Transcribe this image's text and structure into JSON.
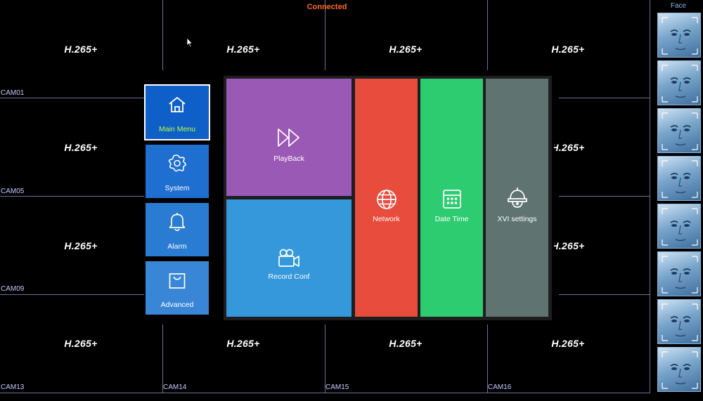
{
  "status": "Connected",
  "codec": "H.265+",
  "cams": {
    "c01": "CAM01",
    "c05": "CAM05",
    "c09": "CAM09",
    "c13": "CAM13",
    "c14": "CAM14",
    "c15": "CAM15",
    "c16": "CAM16"
  },
  "face_panel": {
    "title": "Face"
  },
  "side_menu": {
    "main_menu": "Main Menu",
    "system": "System",
    "alarm": "Alarm",
    "advanced": "Advanced"
  },
  "tiles": {
    "playback": "PlayBack",
    "record_conf": "Record Conf",
    "network": "Network",
    "date_time": "Date Time",
    "xvi_settings": "XVI settings"
  },
  "colors": {
    "status": "#ff6a1f",
    "main_menu_active": "#0f5fc8",
    "side_btn": "#2f7fd4",
    "playback": "#9b59b6",
    "record_conf": "#3498db",
    "network": "#e74c3c",
    "date_time": "#2ecc71",
    "xvi_settings": "#5f7470",
    "main_menu_label": "#b8ff3a"
  }
}
